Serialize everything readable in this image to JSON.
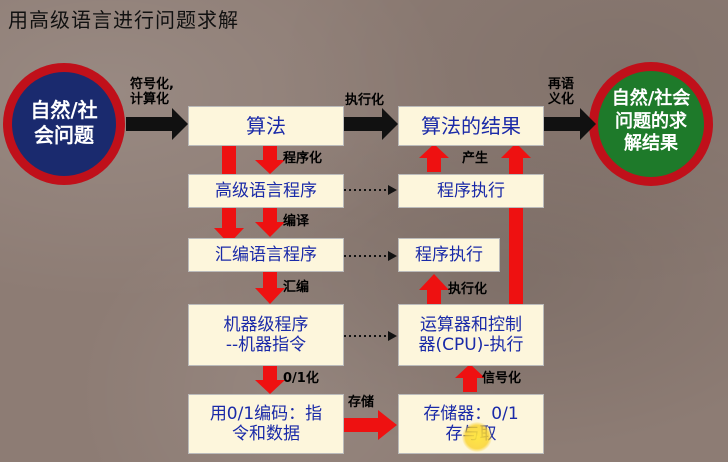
{
  "title": "用高级语言进行问题求解",
  "nodes": {
    "problem": "自然/社会问题",
    "result": "自然/社会问题的求解结果",
    "algorithm": "算法",
    "algo_result": "算法的结果",
    "high_level": "高级语言程序",
    "exec_top": "程序执行",
    "assembly": "汇编语言程序",
    "exec_mid": "程序执行",
    "machine_line1": "机器级程序",
    "machine_line2": "--机器指令",
    "cpu_line1": "运算器和控制",
    "cpu_line2": "器(CPU)-执行",
    "data_line1": "用0/1编码：指",
    "data_line2": "令和数据",
    "memory_line1": "存储器：0/1",
    "memory_line2": "存与取"
  },
  "problem_lines": [
    "自然/社",
    "会问题"
  ],
  "result_lines": [
    "自然/社会",
    "问题的求",
    "解结果"
  ],
  "edges": {
    "symbolize_line1": "符号化,",
    "symbolize_line2": "计算化",
    "execute": "执行化",
    "re_line1": "再语",
    "re_line2": "义化",
    "programming": "程序化",
    "produce": "产生",
    "compile": "编译",
    "assemble": "汇编",
    "exec_ize": "执行化",
    "binarize": "0/1化",
    "signalize": "信号化",
    "store": "存储"
  },
  "colors": {
    "red": "#ee1111",
    "dark_arrow": "#111111",
    "left_circle": "#1a2a6e",
    "right_circle": "#1e7a2a",
    "circle_ring": "#c0101a",
    "box_text": "#1a2aa8"
  }
}
